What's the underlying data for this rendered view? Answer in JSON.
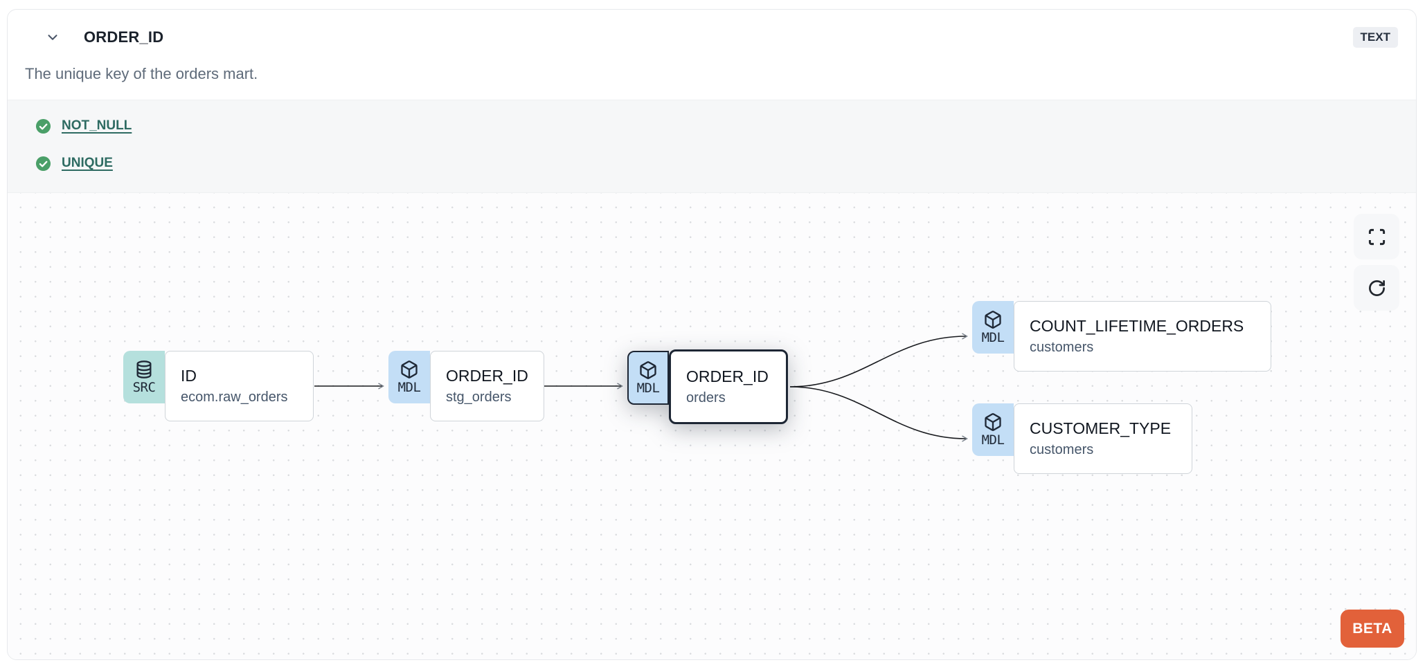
{
  "panel": {
    "header": {
      "title": "ORDER_ID",
      "type_badge": "TEXT"
    },
    "description": "The unique key of the orders mart.",
    "tests": [
      {
        "label": "NOT_NULL",
        "status": "pass"
      },
      {
        "label": "UNIQUE",
        "status": "pass"
      }
    ],
    "lineage": {
      "nodes": [
        {
          "badge": "SRC",
          "icon": "database-icon",
          "title": "ID",
          "subtitle": "ecom.raw_orders",
          "selected": false
        },
        {
          "badge": "MDL",
          "icon": "cube-icon",
          "title": "ORDER_ID",
          "subtitle": "stg_orders",
          "selected": false
        },
        {
          "badge": "MDL",
          "icon": "cube-icon",
          "title": "ORDER_ID",
          "subtitle": "orders",
          "selected": true
        },
        {
          "badge": "MDL",
          "icon": "cube-icon",
          "title": "COUNT_LIFETIME_ORDERS",
          "subtitle": "customers",
          "selected": false
        },
        {
          "badge": "MDL",
          "icon": "cube-icon",
          "title": "CUSTOMER_TYPE",
          "subtitle": "customers",
          "selected": false
        }
      ],
      "edges": [
        {
          "from": "ID (ecom.raw_orders)",
          "to": "ORDER_ID (stg_orders)"
        },
        {
          "from": "ORDER_ID (stg_orders)",
          "to": "ORDER_ID (orders)"
        },
        {
          "from": "ORDER_ID (orders)",
          "to": "COUNT_LIFETIME_ORDERS (customers)"
        },
        {
          "from": "ORDER_ID (orders)",
          "to": "CUSTOMER_TYPE (customers)"
        }
      ],
      "beta_label": "BETA"
    },
    "colors": {
      "accent_orange": "#e2613a",
      "badge_src_bg": "#b5e0dd",
      "badge_mdl_bg": "#c3def6",
      "test_pass_green": "#4a9f68",
      "test_link_teal": "#2e6b62",
      "selected_border": "#1d2634"
    }
  }
}
